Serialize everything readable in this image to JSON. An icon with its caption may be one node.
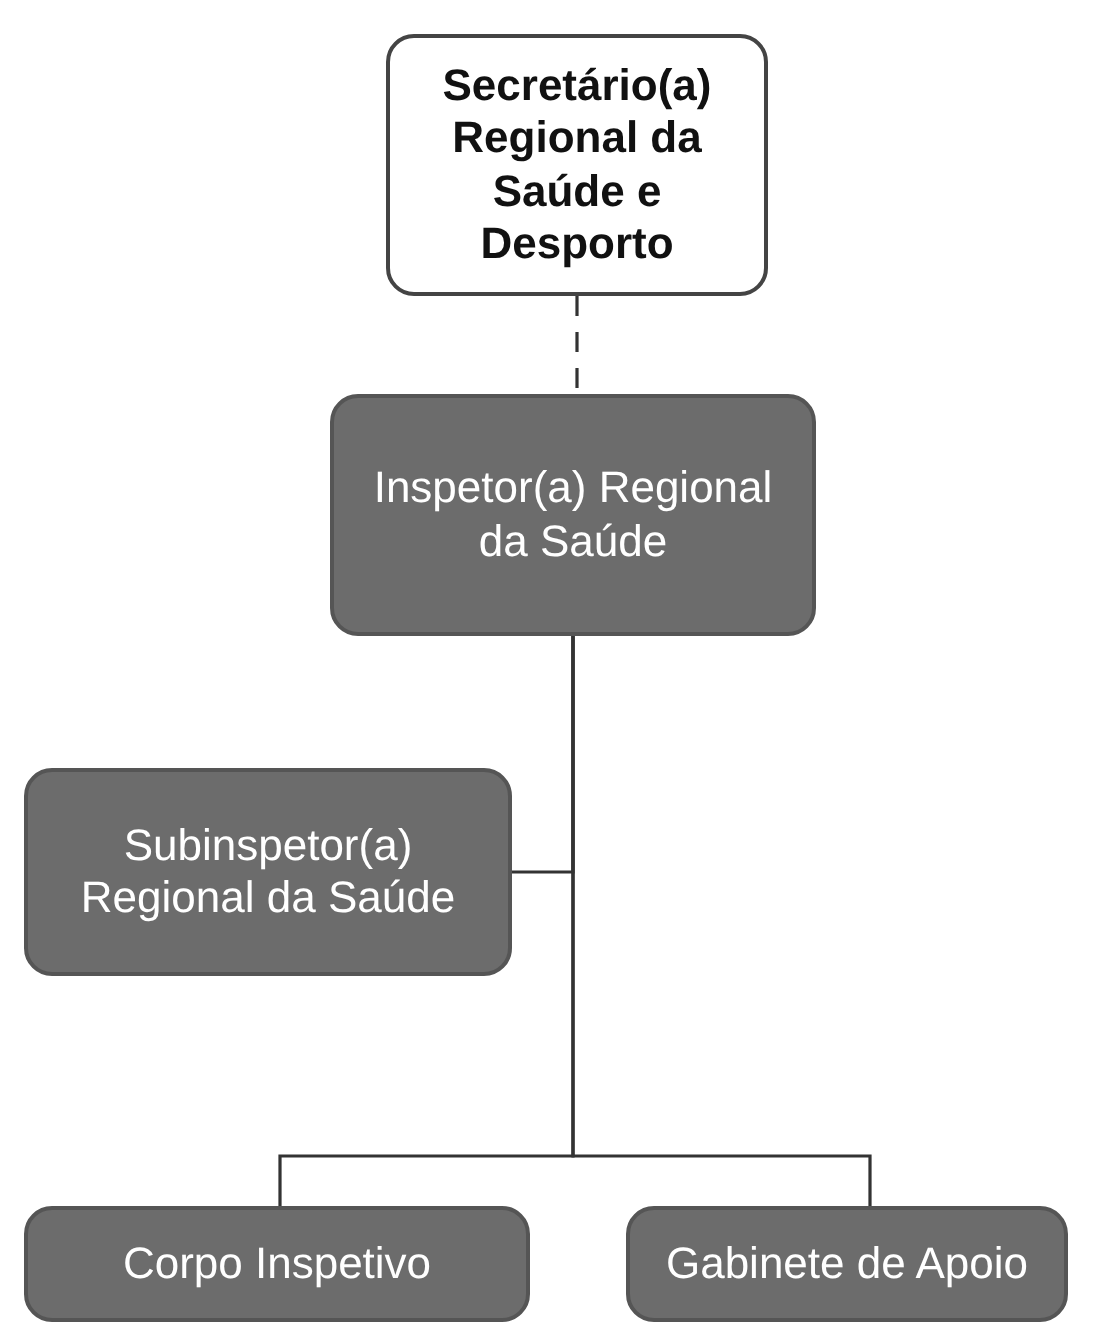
{
  "diagram": {
    "nodes": [
      {
        "text": [
          "Secretário(a) Regional da Saúde e Desporto"
        ]
      },
      {
        "text": [
          "Inspetor(a) Regional da Saúde"
        ]
      },
      {
        "text": [
          "Subinspetor(a) Regional da Saúde"
        ]
      },
      {
        "text": [
          "Corpo Inspetivo"
        ]
      },
      {
        "text": [
          "Gabinete de Apoio"
        ]
      }
    ],
    "edges": [
      {
        "from": 0,
        "to": 1,
        "arrow": "none",
        "style": "dashed"
      },
      {
        "from": 1,
        "to": 2,
        "arrow": "none"
      },
      {
        "from": 1,
        "to": 3,
        "arrow": "none"
      },
      {
        "from": 1,
        "to": 4,
        "arrow": "none"
      }
    ]
  }
}
